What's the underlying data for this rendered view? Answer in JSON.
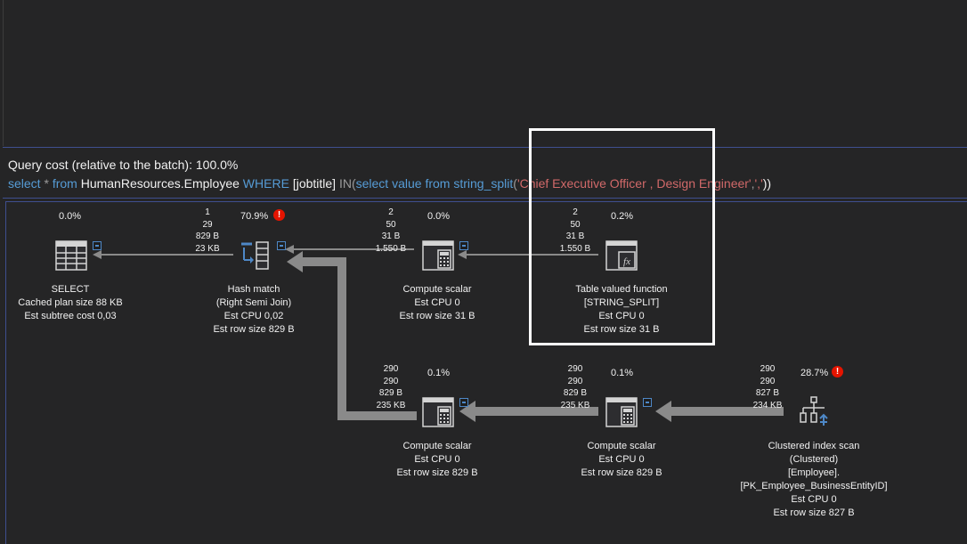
{
  "query": {
    "cost_text": "Query cost (relative to the batch):  100.0%",
    "sql": {
      "select_kw": "select",
      "star": "*",
      "from_kw": "from",
      "table": "HumanResources.Employee",
      "where_kw": "WHERE",
      "column": "[jobtitle]",
      "in_kw": "IN",
      "open_paren": "(",
      "sub_select": "select value from string_split",
      "open_paren2": "(",
      "string_literal": "'Chief Executive Officer , Design Engineer'",
      "comma": ",",
      "delim_literal": "','",
      "close_parens": "))"
    }
  },
  "nodes": {
    "select": {
      "pct": "0.0%",
      "label": [
        "SELECT",
        "Cached plan size  88 KB",
        "Est subtree cost  0,03"
      ],
      "icon": "select-table-icon"
    },
    "hash_match": {
      "pct": "70.9%",
      "rows": [
        "1",
        "29",
        "829 B",
        "23 KB"
      ],
      "label": [
        "Hash match",
        "(Right Semi Join)",
        "Est CPU  0,02",
        "Est row size  829 B"
      ],
      "warning": "!",
      "icon": "hash-match-icon"
    },
    "compute_scalar_1": {
      "pct": "0.0%",
      "rows": [
        "2",
        "50",
        "31 B",
        "1.550 B"
      ],
      "label": [
        "Compute scalar",
        "Est CPU  0",
        "Est row size  31 B"
      ],
      "icon": "compute-scalar-icon"
    },
    "tvf": {
      "pct": "0.2%",
      "rows": [
        "2",
        "50",
        "31 B",
        "1.550 B"
      ],
      "label": [
        "Table valued function",
        "[STRING_SPLIT]",
        "Est CPU  0",
        "Est row size  31 B"
      ],
      "icon": "table-valued-function-icon"
    },
    "compute_scalar_2": {
      "pct": "0.1%",
      "rows": [
        "290",
        "290",
        "829 B",
        "235 KB"
      ],
      "label": [
        "Compute scalar",
        "Est CPU  0",
        "Est row size  829 B"
      ],
      "icon": "compute-scalar-icon"
    },
    "compute_scalar_3": {
      "pct": "0.1%",
      "rows": [
        "290",
        "290",
        "829 B",
        "235 KB"
      ],
      "label": [
        "Compute scalar",
        "Est CPU  0",
        "Est row size  829 B"
      ],
      "icon": "compute-scalar-icon"
    },
    "clustered_scan": {
      "pct": "28.7%",
      "rows": [
        "290",
        "290",
        "827 B",
        "234 KB"
      ],
      "label": [
        "Clustered index scan",
        "(Clustered)",
        "[Employee].",
        "[PK_Employee_BusinessEntityID]",
        "Est CPU  0",
        "Est row size  827 B"
      ],
      "warning": "!",
      "icon": "clustered-index-scan-icon"
    }
  },
  "colors": {
    "background": "#252526",
    "keyword": "#569cd6",
    "string": "#d16969",
    "operator": "#9b9b9b",
    "warning": "#e51400",
    "arrow": "#8a8a8a"
  }
}
